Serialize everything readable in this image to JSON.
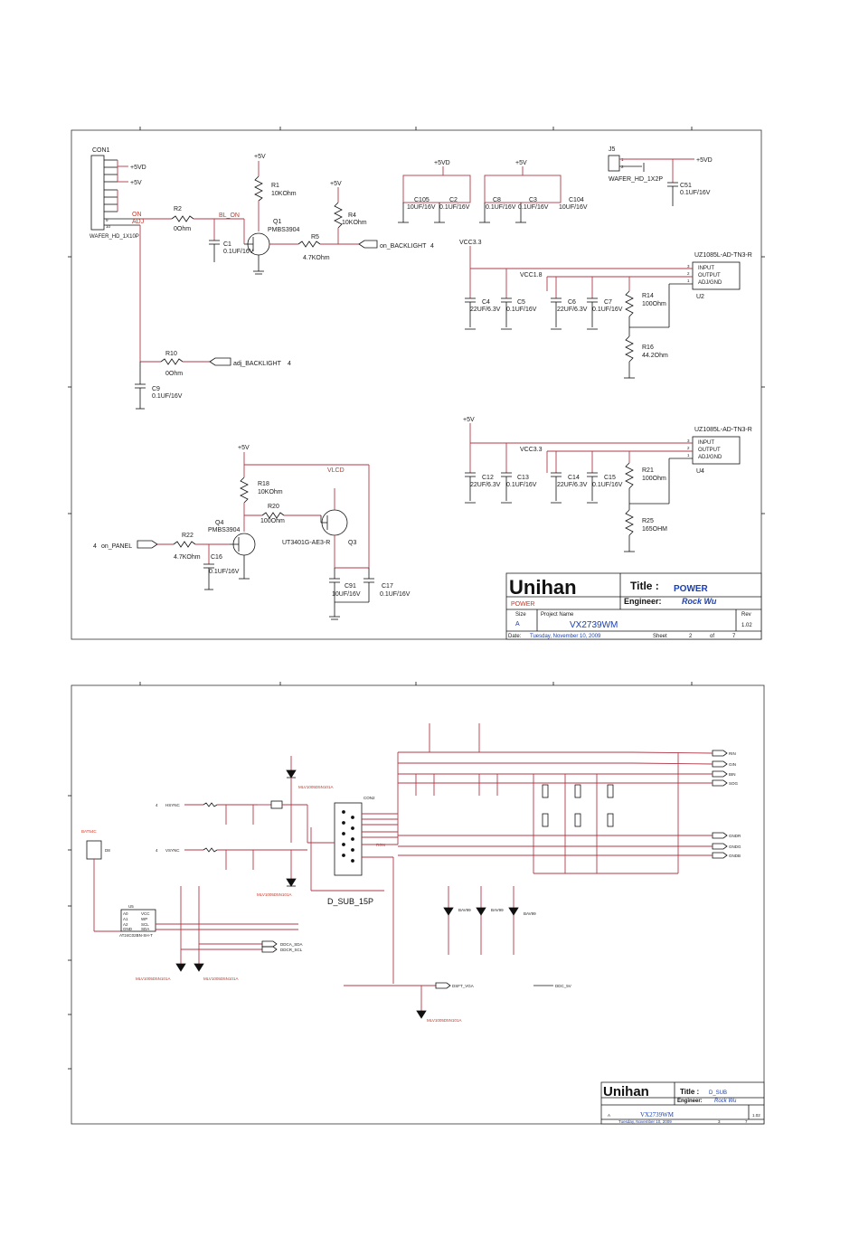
{
  "sheet1": {
    "connectors": {
      "con1": {
        "ref": "CON1",
        "part": "WAFER_HD_1X10P",
        "pin10": "10",
        "pin9": "9"
      },
      "j5": {
        "ref": "J5",
        "part": "WAFER_HD_1X2P",
        "pin1": "1",
        "pin2": "2"
      }
    },
    "nets": {
      "p5vd": "+5VD",
      "p5v": "+5V",
      "on": "ON",
      "adj": "ADJ",
      "bl_on": "BL_ON",
      "vcc33": "VCC3.3",
      "vcc18": "VCC1.8",
      "vlcd": "VLCD",
      "on_backlight": "on_BACKLIGHT",
      "adj_backlight": "adj_BACKLIGHT",
      "on_panel": "on_PANEL",
      "sheet_ref": "4"
    },
    "parts": {
      "r1": {
        "ref": "R1",
        "val": "10KOhm"
      },
      "r2": {
        "ref": "R2",
        "val": "0Ohm"
      },
      "r4": {
        "ref": "R4",
        "val": "10KOhm"
      },
      "r5": {
        "ref": "R5",
        "val": "4.7KOhm"
      },
      "r10": {
        "ref": "R10",
        "val": "0Ohm"
      },
      "r14": {
        "ref": "R14",
        "val": "100Ohm"
      },
      "r16": {
        "ref": "R16",
        "val": "44.2Ohm"
      },
      "r18": {
        "ref": "R18",
        "val": "10KOhm"
      },
      "r20": {
        "ref": "R20",
        "val": "100Ohm"
      },
      "r21": {
        "ref": "R21",
        "val": "100Ohm"
      },
      "r22": {
        "ref": "R22",
        "val": "4.7KOhm"
      },
      "r25": {
        "ref": "R25",
        "val": "165OHM"
      },
      "c1": {
        "ref": "C1",
        "val": "0.1UF/16V"
      },
      "c9": {
        "ref": "C9",
        "val": "0.1UF/16V"
      },
      "c105": {
        "ref": "C105",
        "val": "10UF/16V"
      },
      "c2": {
        "ref": "C2",
        "val": "0.1UF/16V"
      },
      "c8": {
        "ref": "C8",
        "val": "0.1UF/16V"
      },
      "c3": {
        "ref": "C3",
        "val": "0.1UF/16V"
      },
      "c104": {
        "ref": "C104",
        "val": "10UF/16V"
      },
      "c51": {
        "ref": "C51",
        "val": "0.1UF/16V"
      },
      "c4": {
        "ref": "C4",
        "val": "22UF/6.3V"
      },
      "c5": {
        "ref": "C5",
        "val": "0.1UF/16V"
      },
      "c6": {
        "ref": "C6",
        "val": "22UF/6.3V"
      },
      "c7": {
        "ref": "C7",
        "val": "0.1UF/16V"
      },
      "c12": {
        "ref": "C12",
        "val": "22UF/6.3V"
      },
      "c13": {
        "ref": "C13",
        "val": "0.1UF/16V"
      },
      "c14": {
        "ref": "C14",
        "val": "22UF/6.3V"
      },
      "c15": {
        "ref": "C15",
        "val": "0.1UF/16V"
      },
      "c16": {
        "ref": "C16",
        "val": "0.1UF/16V"
      },
      "c91": {
        "ref": "C91",
        "val": "10UF/16V"
      },
      "c17": {
        "ref": "C17",
        "val": "0.1UF/16V"
      },
      "q1": {
        "ref": "Q1",
        "val": "PMBS3904"
      },
      "q4": {
        "ref": "Q4",
        "val": "PMBS3904"
      },
      "q3": {
        "ref": "Q3",
        "val": "UT3401G-AE3-R"
      },
      "u2": {
        "ref": "U2",
        "part": "UZ1085L-AD-TN3-R"
      },
      "u4": {
        "ref": "U4",
        "part": "UZ1085L-AD-TN3-R"
      }
    },
    "regulator_pins": {
      "input": "INPUT",
      "output": "OUTPUT",
      "adj": "ADJ/GND"
    },
    "title_block": {
      "company": "Unihan",
      "title_label": "Title :",
      "title": "POWER",
      "sheet_name": "POWER",
      "engineer_label": "Engineer:",
      "engineer": "Rock Wu",
      "size_label": "Size",
      "size": "A",
      "project_label": "Project Name",
      "project": "VX2739WM",
      "rev_label": "Rev",
      "rev": "1.02",
      "date_label": "Date:",
      "date": "Tuesday, November 10, 2009",
      "sheet_label": "Sheet",
      "sheet": "2",
      "of_label": "of",
      "of": "7"
    }
  },
  "sheet2": {
    "labels": {
      "hsync": "HSYNC",
      "vsync": "VSYNC",
      "d_sub": "D_SUB_15P",
      "con2": "CON2",
      "rin": "RIN",
      "gin": "GIN",
      "bin": "BIN",
      "soq": "SOG",
      "gndr": "GNDR",
      "gndg": "GNDG",
      "gndb": "GNDB",
      "ddca_sda": "DDCA_SDA",
      "ddcr_scl": "DDCR_SCL",
      "dsf_vga": "DSFT_VGA",
      "ddc_5v": "DDC_5V",
      "u5": "U5",
      "u5_part": "AT24C02BN-SH-T",
      "d8": "D8",
      "d8_part": "BAT54C",
      "vcc": "VCC",
      "wp": "WP",
      "scl": "SCL",
      "sda": "SDA",
      "a0": "A0",
      "a1": "A1",
      "a2": "A2",
      "gnd": "GND",
      "bav99": "BAV99",
      "led_part": "MLV1005D5N101A"
    },
    "title_block": {
      "company": "Unihan",
      "title_label": "Title :",
      "title": "D_SUB",
      "engineer_label": "Engineer:",
      "engineer": "Rock Wu",
      "project": "VX2739WM",
      "rev": "1.02",
      "size": "A",
      "sheet": "3",
      "of": "7",
      "date": "Tuesday, November 10, 2009"
    }
  }
}
